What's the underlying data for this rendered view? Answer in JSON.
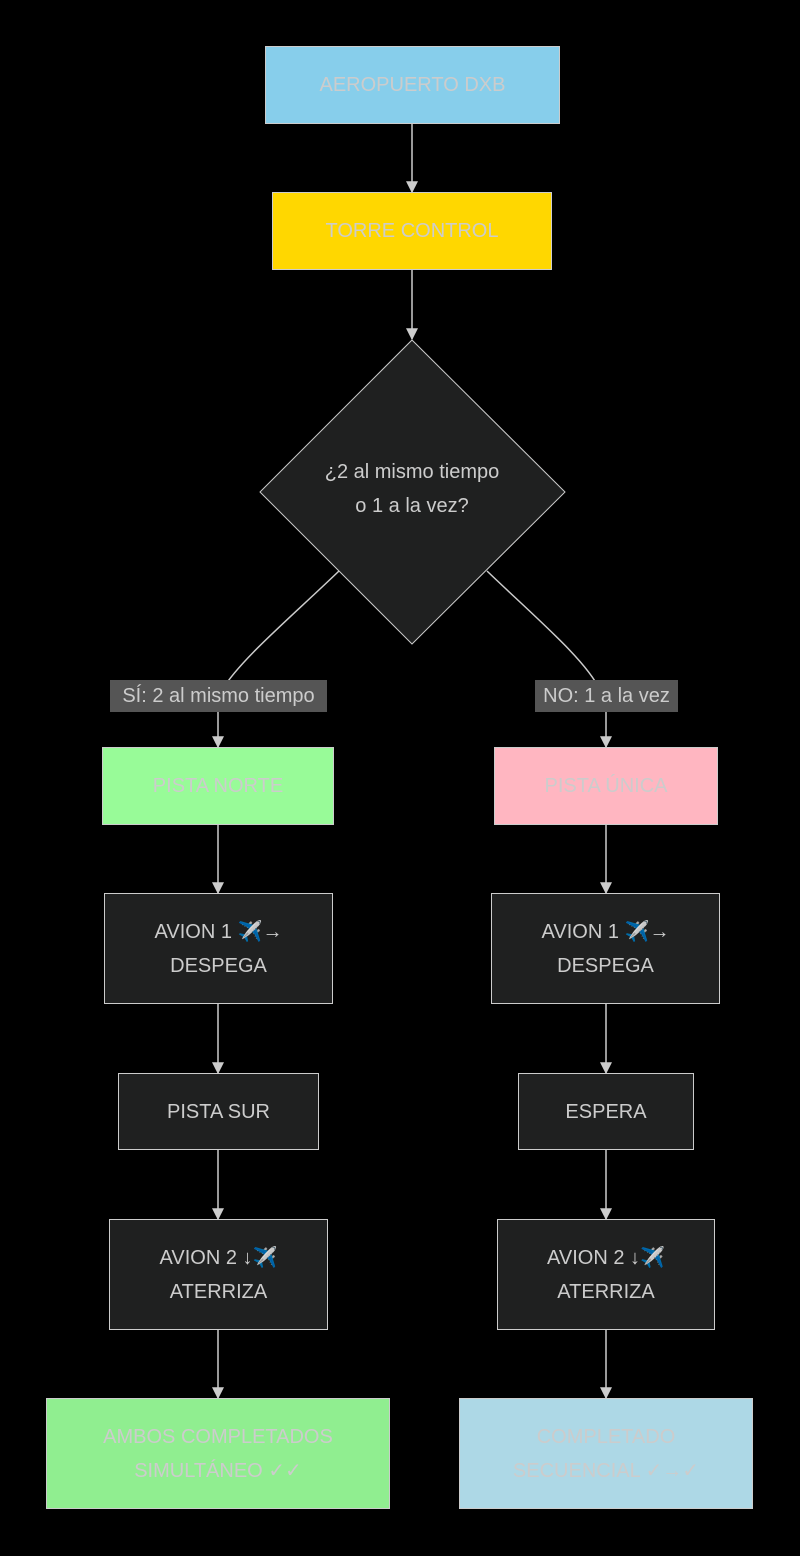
{
  "colors": {
    "background": "#000000",
    "dark_node": "#1f2020",
    "line": "#cccccc",
    "airport": "#87ceeb",
    "tower": "#ffd700",
    "north_runway": "#98fb98",
    "single_runway": "#ffb6c1",
    "both_done": "#90ee90",
    "sequential_done": "#add8e6"
  },
  "nodes": {
    "airport": "AEROPUERTO DXB",
    "tower": "TORRE CONTROL",
    "decision": "¿2 al mismo tiempo\no 1 a la vez?",
    "north_runway": "PISTA NORTE",
    "single_runway": "PISTA ÚNICA",
    "left_takeoff": "AVION 1 ✈️→\nDESPEGA",
    "right_takeoff": "AVION 1 ✈️→\nDESPEGA",
    "south_runway": "PISTA SUR",
    "wait": "ESPERA",
    "left_landing": "AVION 2 ↓✈️\nATERRIZA",
    "right_landing": "AVION 2 ↓✈️\nATERRIZA",
    "both_done": "AMBOS COMPLETADOS\nSIMULTÁNEO ✓✓",
    "sequential_done": "COMPLETADO\nSECUENCIAL ✓→✓"
  },
  "edge_labels": {
    "yes": "SÍ: 2 al mismo tiempo",
    "no": "NO: 1 a la vez"
  }
}
